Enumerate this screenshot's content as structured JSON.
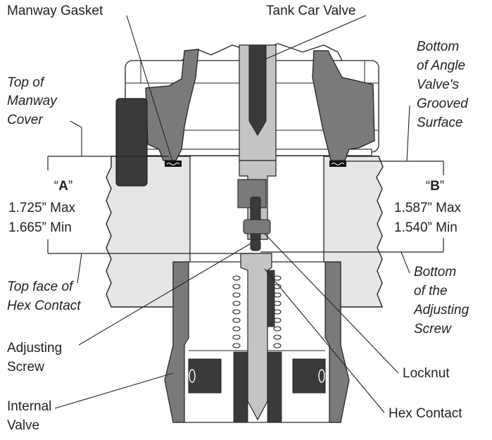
{
  "labels": {
    "manway_gasket": "Manway Gasket",
    "tank_car_valve": "Tank Car Valve",
    "top_of_manway_cover": [
      "Top of",
      "Manway",
      "Cover"
    ],
    "bottom_of_angle_valve": [
      "Bottom",
      "of Angle",
      "Valve's",
      "Grooved",
      "Surface"
    ],
    "top_face_hex_contact": [
      "Top face of",
      "Hex Contact"
    ],
    "bottom_adjusting_screw": [
      "Bottom",
      "of the",
      "Adjusting",
      "Screw"
    ],
    "adjusting_screw": [
      "Adjusting",
      "Screw"
    ],
    "internal_valve": [
      "Internal",
      "Valve"
    ],
    "locknut": "Locknut",
    "hex_contact": "Hex Contact"
  },
  "dimension_a": {
    "letter": "A",
    "max": "1.725” Max",
    "min": "1.665” Min"
  },
  "dimension_b": {
    "letter": "B",
    "max": "1.587” Max",
    "min": "1.540” Min"
  },
  "colors": {
    "dark": "#3a3a3a",
    "medium": "#7a7a7a",
    "light_fill": "#e6e6e6",
    "silver": "#c4c4c4",
    "outline": "#222222"
  }
}
